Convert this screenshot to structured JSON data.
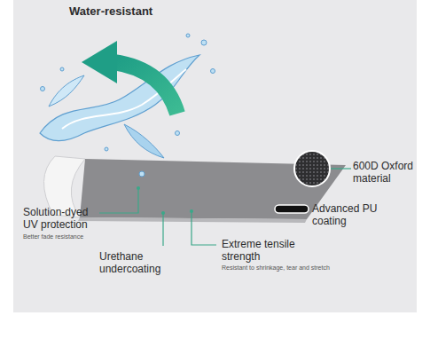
{
  "diagram": {
    "labels": [
      "Water-resistant",
      "600D Oxford material",
      "Advanced PU coating",
      "Extreme tensile strength",
      "Resistant to shrinkage, tear and stretch",
      "Solution-dyed UV protection",
      "Better fade resistance",
      "Urethane undercoating"
    ]
  }
}
